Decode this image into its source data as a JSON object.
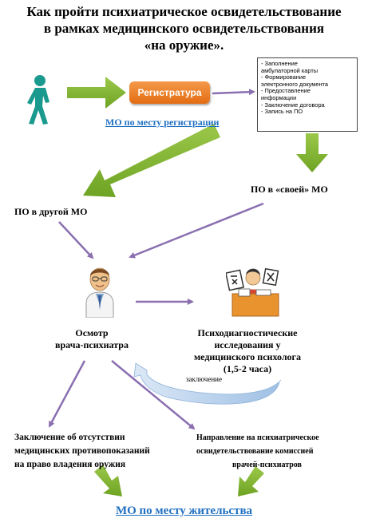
{
  "title": {
    "line1": "Как пройти психиатрическое освидетельствование",
    "line2": "в рамках медицинского освидетельствования",
    "line3": "«на оружие»."
  },
  "registration": {
    "button_label": "Регистратура",
    "location_link": "МО по месту регистрации"
  },
  "registration_steps": [
    "- Заполнение",
    "амбулаторной карты",
    "- Формирование",
    "электронного документа",
    "- Предоставление",
    "информации",
    "- Заключение договора",
    "- Запись на ПО"
  ],
  "branches": {
    "own_mo": "ПО в «своей» МО",
    "other_mo": "ПО в другой МО"
  },
  "psychiatrist": {
    "line1": "Осмотр",
    "line2": "врача-психиатра"
  },
  "psychologist": {
    "line1": "Психодиагностические",
    "line2": "исследования у",
    "line3": "медицинского психолога",
    "line4": "(1,5-2 часа)"
  },
  "conclusion_arrow_label": "заключение",
  "outcomes": {
    "no_contraindications": {
      "line1": "Заключение об отсутствии",
      "line2": "медицинских противопоказаний",
      "line3": "на право владения оружия"
    },
    "commission_referral": {
      "line1": "Направление на психиатрическое",
      "line2": "освидетельствование  комиссией",
      "line3": "врачей-психиатров"
    }
  },
  "final_destination": "МО по месту жительства",
  "colors": {
    "green_arrow": "#7fb52a",
    "purple_arrow": "#8a6fb0",
    "link_blue": "#1f6fc1",
    "registration_orange": "#e8731a",
    "curved_arrow_blue": "#b9d2ec"
  },
  "icons": [
    "walking-person-icon",
    "psychiatrist-doctor-icon",
    "psychologist-at-desk-icon"
  ]
}
